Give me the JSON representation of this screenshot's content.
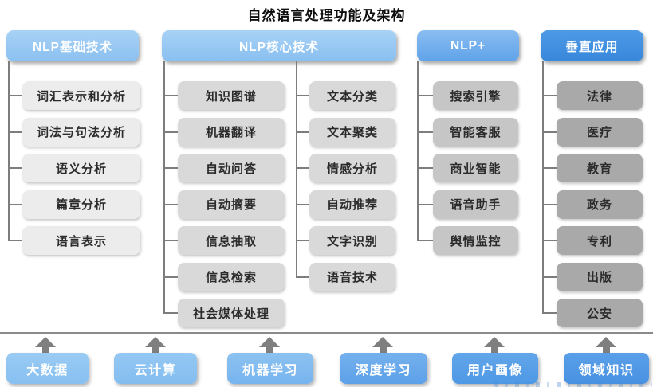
{
  "title": "自然语言处理功能及架构",
  "columns": [
    {
      "header": "NLP基础技术",
      "header_bg": "linear-gradient(180deg,#a8d2f6 0%,#8bc0f0 100%)",
      "item_color": "#ececec",
      "items": [
        "词汇表示和分析",
        "词法与句法分析",
        "语义分析",
        "篇章分析",
        "语言表示"
      ]
    },
    {
      "header": "NLP核心技术",
      "header_bg": "linear-gradient(180deg,#a8d2f6 0%,#89bff0 100%)",
      "item_color": "#d9d9d9",
      "items_left": [
        "知识图谱",
        "机器翻译",
        "自动问答",
        "自动摘要",
        "信息抽取",
        "信息检索",
        "社会媒体处理"
      ],
      "items_right": [
        "文本分类",
        "文本聚类",
        "情感分析",
        "自动推荐",
        "文字识别",
        "语音技术"
      ]
    },
    {
      "header": "NLP+",
      "header_bg": "linear-gradient(180deg,#8abdf1 0%,#5fa3e9 100%)",
      "item_color": "#c6c6c6",
      "items": [
        "搜索引擎",
        "智能客服",
        "商业智能",
        "语音助手",
        "舆情监控"
      ]
    },
    {
      "header": "垂直应用",
      "header_bg": "linear-gradient(180deg,#4e9ae5 0%,#3787dc 100%)",
      "item_color": "#a9a9a9",
      "items": [
        "法律",
        "医疗",
        "教育",
        "政务",
        "专利",
        "出版",
        "公安"
      ]
    }
  ],
  "foundation": [
    {
      "label": "大数据",
      "color": "linear-gradient(180deg,#9acbf3 0%,#87c0f1 100%)"
    },
    {
      "label": "云计算",
      "color": "linear-gradient(180deg,#95c8f3 0%,#83bdf0 100%)"
    },
    {
      "label": "机器学习",
      "color": "linear-gradient(180deg,#8cc2f1 0%,#77b4ee 100%)"
    },
    {
      "label": "深度学习",
      "color": "linear-gradient(180deg,#74b0ed 0%,#5da1e9 100%)"
    },
    {
      "label": "用户画像",
      "color": "linear-gradient(180deg,#62a6ea 0%,#4e98e5 100%)"
    },
    {
      "label": "领域知识",
      "color": "linear-gradient(180deg,#5a9fe8 0%,#4892e2 100%)"
    }
  ],
  "icons": {
    "up_arrow": "▲"
  },
  "colors": {
    "connector": "#7d7d7d",
    "baseline": "#8a8a8a",
    "arrow": "#7f7f7f",
    "title_text": "#0d0d0d",
    "node_text": "#2b2b2b",
    "header_text": "#ffffff"
  }
}
